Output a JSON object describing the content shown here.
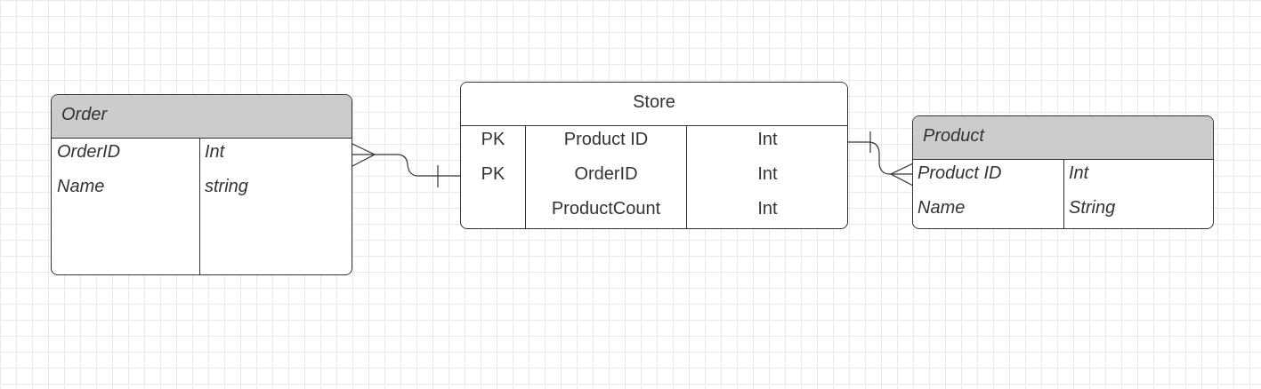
{
  "entities": {
    "order": {
      "title": "Order",
      "rows": [
        {
          "name": "OrderID",
          "type": "Int"
        },
        {
          "name": "Name",
          "type": "string"
        }
      ]
    },
    "store": {
      "title": "Store",
      "rows": [
        {
          "key": "PK",
          "name": "Product ID",
          "type": "Int"
        },
        {
          "key": "PK",
          "name": "OrderID",
          "type": "Int"
        },
        {
          "key": "",
          "name": "ProductCount",
          "type": "Int"
        }
      ]
    },
    "product": {
      "title": "Product",
      "rows": [
        {
          "name": "Product ID",
          "type": "Int"
        },
        {
          "name": "Name",
          "type": "String"
        }
      ]
    }
  },
  "relationships": [
    {
      "from": "Order",
      "to": "Store",
      "from_end": "many",
      "to_end": "one"
    },
    {
      "from": "Store",
      "to": "Product",
      "from_end": "one",
      "to_end": "many"
    }
  ],
  "colors": {
    "line": "#333333",
    "header_fill": "#cccccc",
    "grid": "#e9e9e9",
    "background": "#ffffff"
  }
}
